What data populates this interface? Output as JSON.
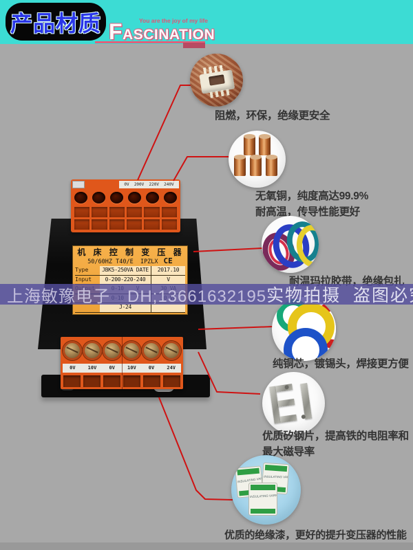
{
  "header": {
    "badge": "产品材质",
    "brand": "FASCINATION",
    "tagline": "You are the joy of my life"
  },
  "watermark": {
    "left": "上海敏豫电子　DH;13661632195",
    "right": "实物拍摄  盗图必究"
  },
  "transformer": {
    "top_terminal_labels": "0V  200V  220V  240V",
    "bottom_terminal_labels": [
      "0V",
      "10V",
      "0V",
      "10V",
      "0V",
      "24V"
    ],
    "label": {
      "title": "机 床 控 制 变 压 器",
      "subtitle": "50/60HZ T40/E  IPZLX",
      "ce_mark": "CE",
      "rows": [
        {
          "key": "Type",
          "value": "JBK5-250VA DATE",
          "right": "2017.10"
        },
        {
          "key": "Input",
          "value": "0-200-220-240",
          "right": "V"
        },
        {
          "key": "Output",
          "value": "0-10    V",
          "right": "30 VA"
        },
        {
          "key": "",
          "value": "0-10    V",
          "right": "30 VA"
        },
        {
          "key": "",
          "value": "J-24",
          "right": ""
        }
      ]
    }
  },
  "callouts": [
    {
      "icon": "plastic-bobbin",
      "caption": "阻燃，环保，绝缘更安全"
    },
    {
      "icon": "copper-wire-spools",
      "caption": "无氧铜，纯度高达99.9%\n耐高温，传导性能更好"
    },
    {
      "icon": "mylar-tapes",
      "caption": "耐温玛拉胶带，绝缘包扎"
    },
    {
      "icon": "wire-coils",
      "caption": "纯铜芯，镀锡头，焊接更方便"
    },
    {
      "icon": "ei-laminations",
      "caption": "优质矽钢片，提高铁的电阻率和\n最大磁导率"
    },
    {
      "icon": "varnish-cans",
      "caption": "优质的绝缘漆，更好的提升变压器的性能"
    }
  ],
  "materials": {
    "varnish_can_label": "INSULATING VARNISH"
  },
  "colors": {
    "accent_red": "#cf1212",
    "header_cyan": "#3cdcd4",
    "terminal_orange": "#e0571b",
    "label_orange": "#f2a93e",
    "watermark_band": "#544e9e"
  }
}
